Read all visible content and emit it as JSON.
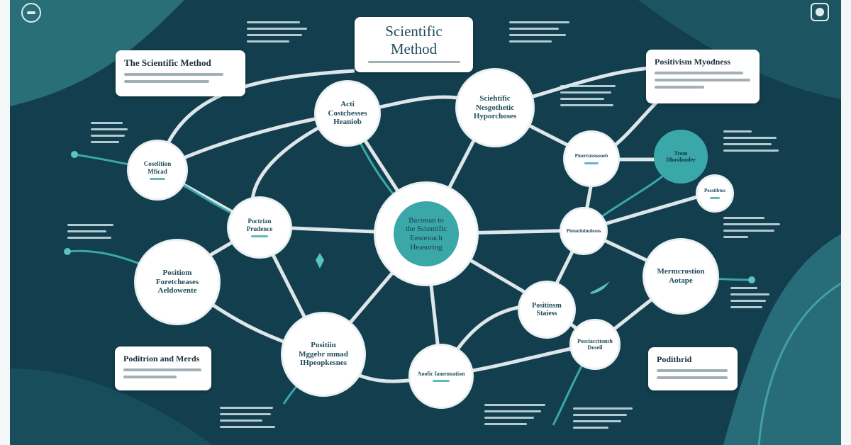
{
  "colors": {
    "bg_dark": "#123e4d",
    "bg_accent": "#1f5b67",
    "teal": "#3aa7a9",
    "white": "#ffffff",
    "line": "#ffffff"
  },
  "header_card": {
    "title_line1": "Scientific",
    "title_line2": "Method"
  },
  "cards": [
    {
      "id": "scientific-method-card",
      "title": "The Scientific Method"
    },
    {
      "id": "positivism-hypothesis-card",
      "title": "Positivism Myodness"
    },
    {
      "id": "position-methods-card",
      "title": "Poditrion and Merds"
    },
    {
      "id": "positivism-card",
      "title": "Podithrid"
    }
  ],
  "nodes": [
    {
      "id": "center",
      "label": "Baconan to\nthe Scientific\nEesoroach\nHeasoring"
    },
    {
      "id": "acti-consciousness",
      "label": "Acti\nCostchesses\nHeaniob"
    },
    {
      "id": "scientific-hypotheses",
      "label": "Sciehtific\nNesgothetic\nHyporchoses"
    },
    {
      "id": "scientific-method-node",
      "label": "Coselition Mficad"
    },
    {
      "id": "positivism-framework",
      "label": "Poctrian Prudence"
    },
    {
      "id": "positivism-approach",
      "label": "Positiom\nForetcheases\nAeldowente"
    },
    {
      "id": "positivism-hypothesis-bottom",
      "label": "Positiin\nMggebr mmad\nIHpeopkesnes"
    },
    {
      "id": "approach-bottom",
      "label": "Aoofic famenoation"
    },
    {
      "id": "positivism-status",
      "label": "Positinsm\nStaiess"
    },
    {
      "id": "methodology-approach",
      "label": "Mermcrostion\nAotape"
    },
    {
      "id": "bottom-right-node",
      "label": "Posciaccitonsh\nDoseil"
    },
    {
      "id": "mid-right-node",
      "label": "Pienotinimdesos"
    },
    {
      "id": "upper-right-node",
      "label": "Pioertsteosooeb"
    },
    {
      "id": "teal-node",
      "label": "Trom Dhosihoofer"
    },
    {
      "id": "small-right-node",
      "label": "Posstibtos"
    }
  ]
}
